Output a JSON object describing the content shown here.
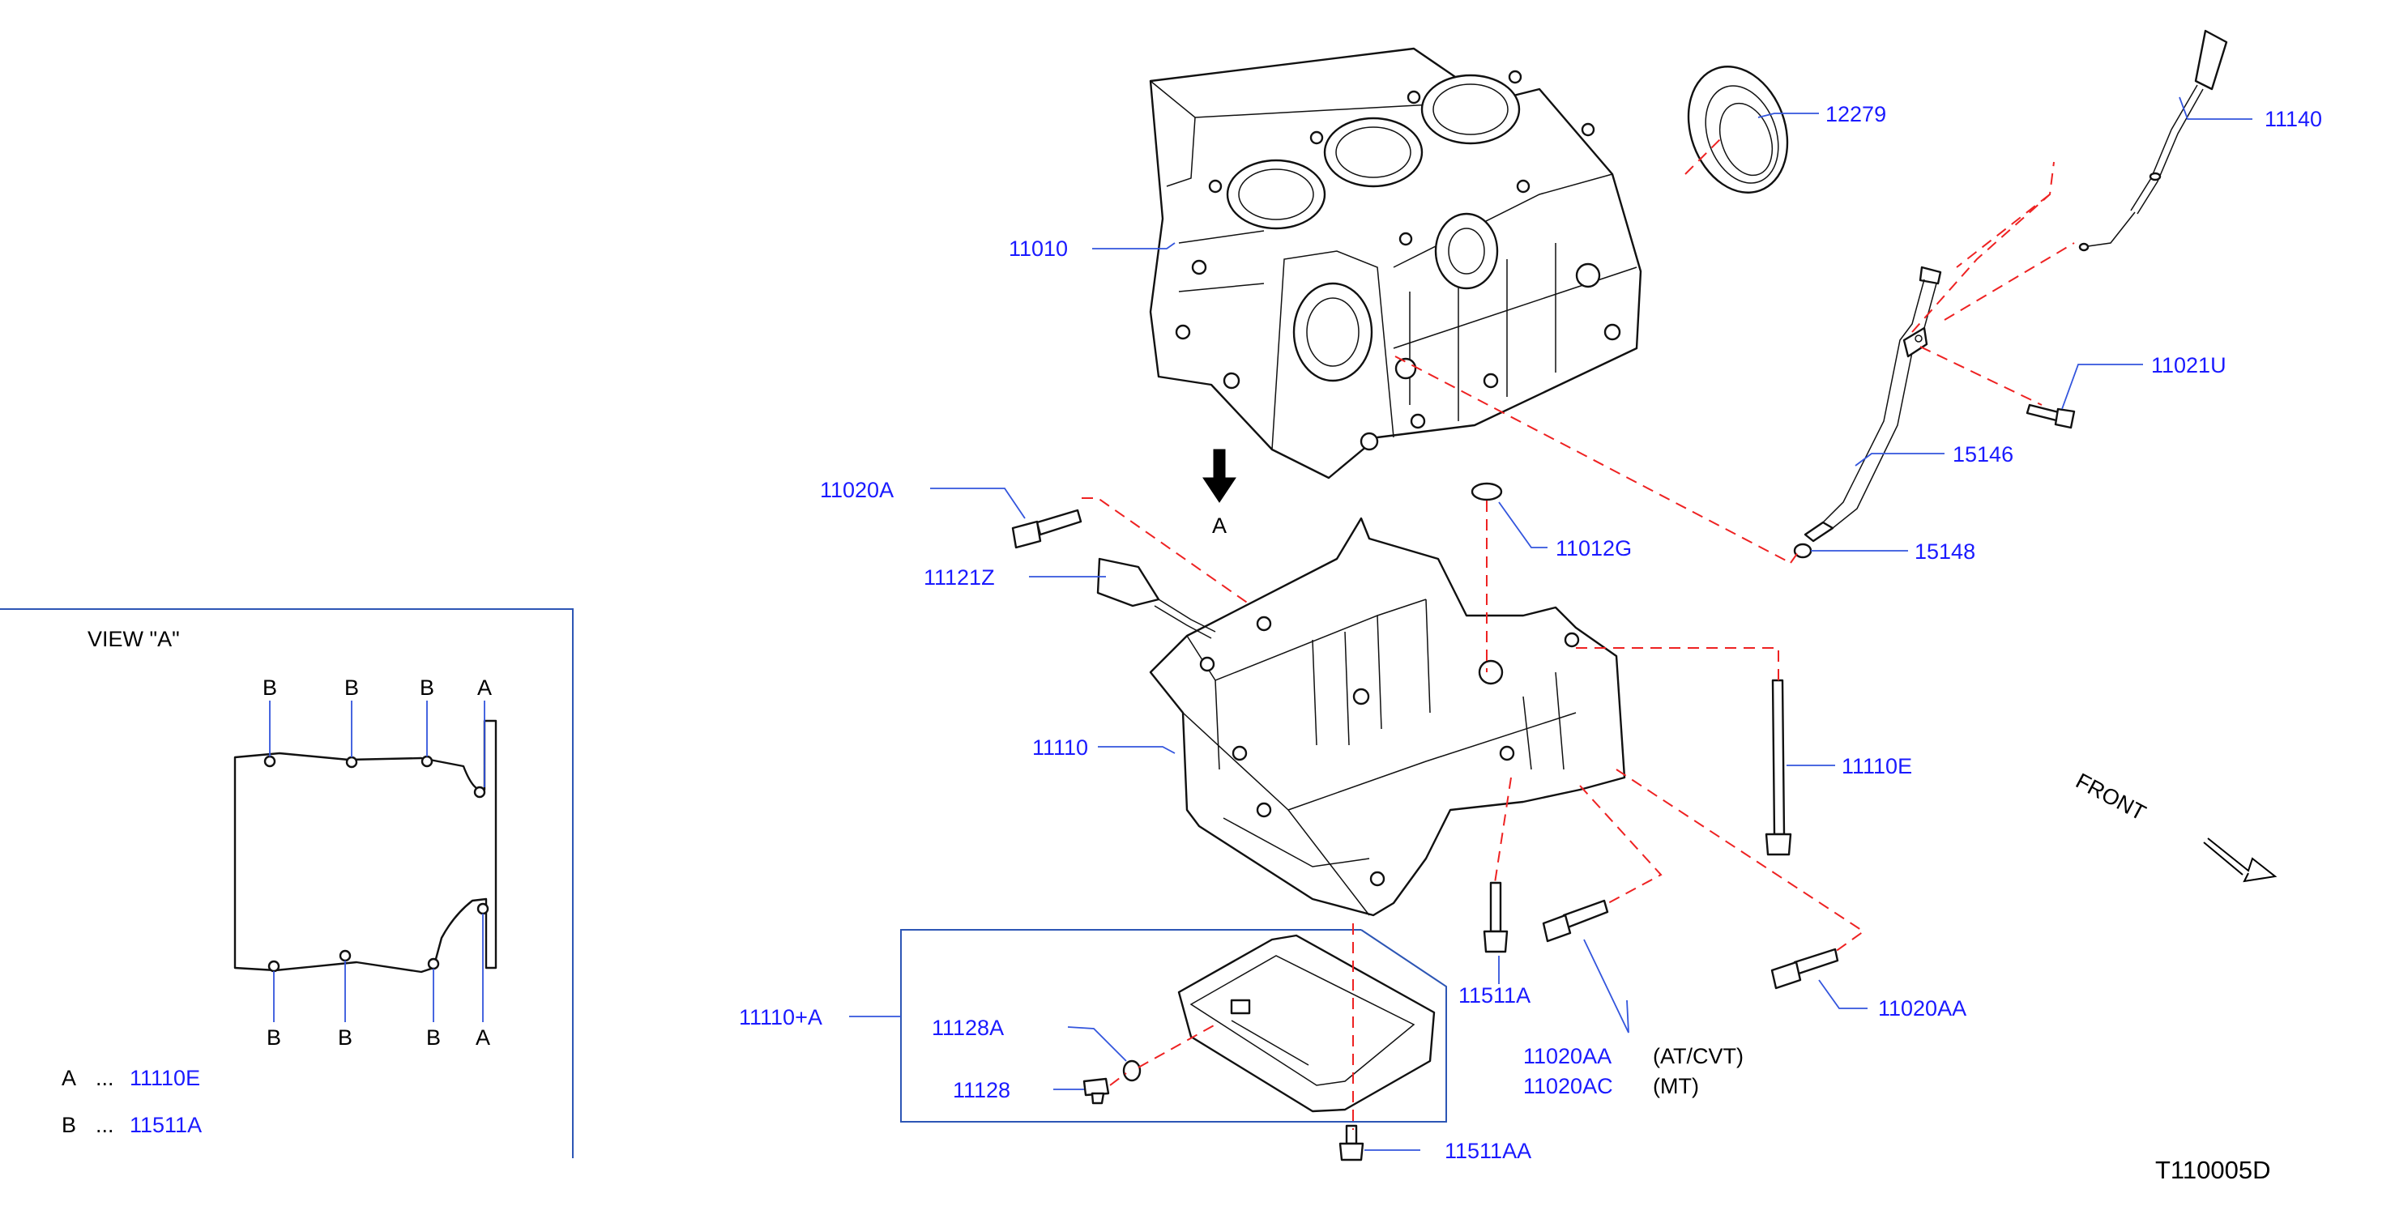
{
  "drawing_code": "T110005D",
  "front_label": "FRONT",
  "view_arrow_label": "A",
  "view_panel": {
    "title": "VIEW \"A\"",
    "top_labels": [
      "B",
      "B",
      "B",
      "A"
    ],
    "bottom_labels": [
      "B",
      "B",
      "B",
      "A"
    ],
    "legend": [
      {
        "key": "A",
        "dots": "...",
        "part": "11110E"
      },
      {
        "key": "B",
        "dots": "...",
        "part": "11511A"
      }
    ]
  },
  "callouts": {
    "c11010": "11010",
    "c12279": "12279",
    "c11140": "11140",
    "c11021U": "11021U",
    "c15146": "15146",
    "c15148": "15148",
    "c11020A": "11020A",
    "c11012G": "11012G",
    "c11121Z": "11121Z",
    "c11110": "11110",
    "c11110E": "11110E",
    "c11511A": "11511A",
    "c11020AA_right": "11020AA",
    "c11110A": "11110+A",
    "c11128A": "11128A",
    "c11128": "11128",
    "c11511AA": "11511AA",
    "c11020AA_note": "11020AA",
    "c11020AC_note": "11020AC"
  },
  "notes": {
    "atcvt": "(AT/CVT)",
    "mt": "(MT)"
  },
  "colors": {
    "part_number": "#1a1aff",
    "leader": "#3355dd",
    "dashed_reference": "#ee2222",
    "frame": "#2d56b5",
    "line_art": "#111111"
  }
}
